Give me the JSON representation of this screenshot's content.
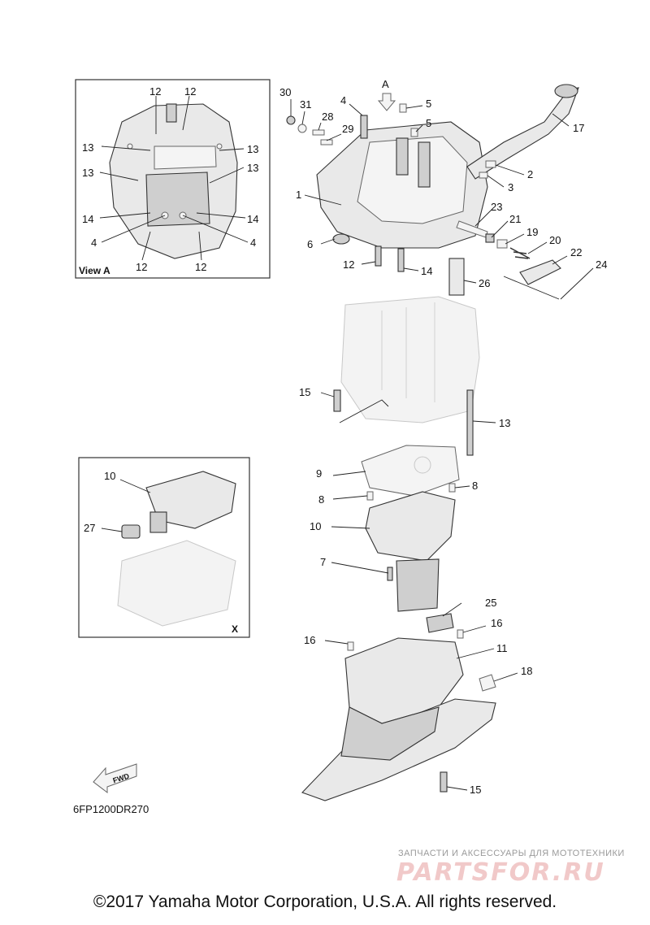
{
  "inset_a_label": "View A",
  "inset_x_label": "X",
  "view_arrow_label": "A",
  "fwd_label": "FWD",
  "drawing_code": "6FP1200DR270",
  "copyright": "©2017 Yamaha Motor Corporation, U.S.A. All rights reserved.",
  "watermark_text": "ЗАПЧАСТИ И АКСЕССУАРЫ ДЛЯ МОТОТЕХНИКИ",
  "watermark_logo": "PARTSFOR.RU",
  "callouts": {
    "c30": "30",
    "c31": "31",
    "c28": "28",
    "c29": "29",
    "c4": "4",
    "c5a": "5",
    "c5b": "5",
    "c17": "17",
    "c2": "2",
    "c3": "3",
    "c1": "1",
    "c23": "23",
    "c21": "21",
    "c19": "19",
    "c20": "20",
    "c22": "22",
    "c24": "24",
    "c6": "6",
    "c12": "12",
    "c14": "14",
    "c26": "26",
    "c15a": "15",
    "c13": "13",
    "c9": "9",
    "c8a": "8",
    "c8b": "8",
    "c10": "10",
    "c7": "7",
    "c25": "25",
    "c16a": "16",
    "c16b": "16",
    "c11": "11",
    "c18": "18",
    "c15b": "15"
  },
  "inset_a_callouts": {
    "a12a": "12",
    "a12b": "12",
    "a13a": "13",
    "a13b": "13",
    "a13c": "13",
    "a13d": "13",
    "a14a": "14",
    "a14b": "14",
    "a4a": "4",
    "a4b": "4",
    "a12c": "12",
    "a12d": "12"
  },
  "inset_x_callouts": {
    "x10": "10",
    "x27": "27"
  }
}
